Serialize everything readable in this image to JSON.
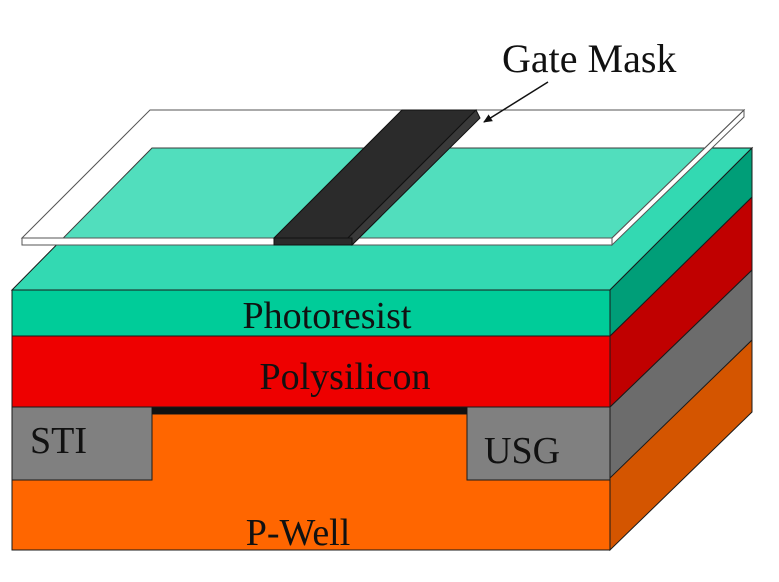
{
  "labels": {
    "gate_mask": "Gate Mask",
    "photoresist": "Photoresist",
    "polysilicon": "Polysilicon",
    "sti": "STI",
    "usg": "USG",
    "p_well": "P-Well"
  },
  "colors": {
    "photoresist_front": "#00CC99",
    "photoresist_top": "#33D9B2",
    "photoresist_side": "#009E78",
    "polysilicon_front": "#EE0000",
    "polysilicon_side": "#C00000",
    "sti_front": "#808080",
    "sti_side": "#6C6C6C",
    "pwell_front": "#FF6600",
    "pwell_side": "#D45500",
    "gate_oxide": "#111111",
    "mask_pattern": "#2B2B2B",
    "mask_pattern_side": "#3A3A3A",
    "outline": "#1A1A1A",
    "mask_plate": "#FFFFFF"
  }
}
